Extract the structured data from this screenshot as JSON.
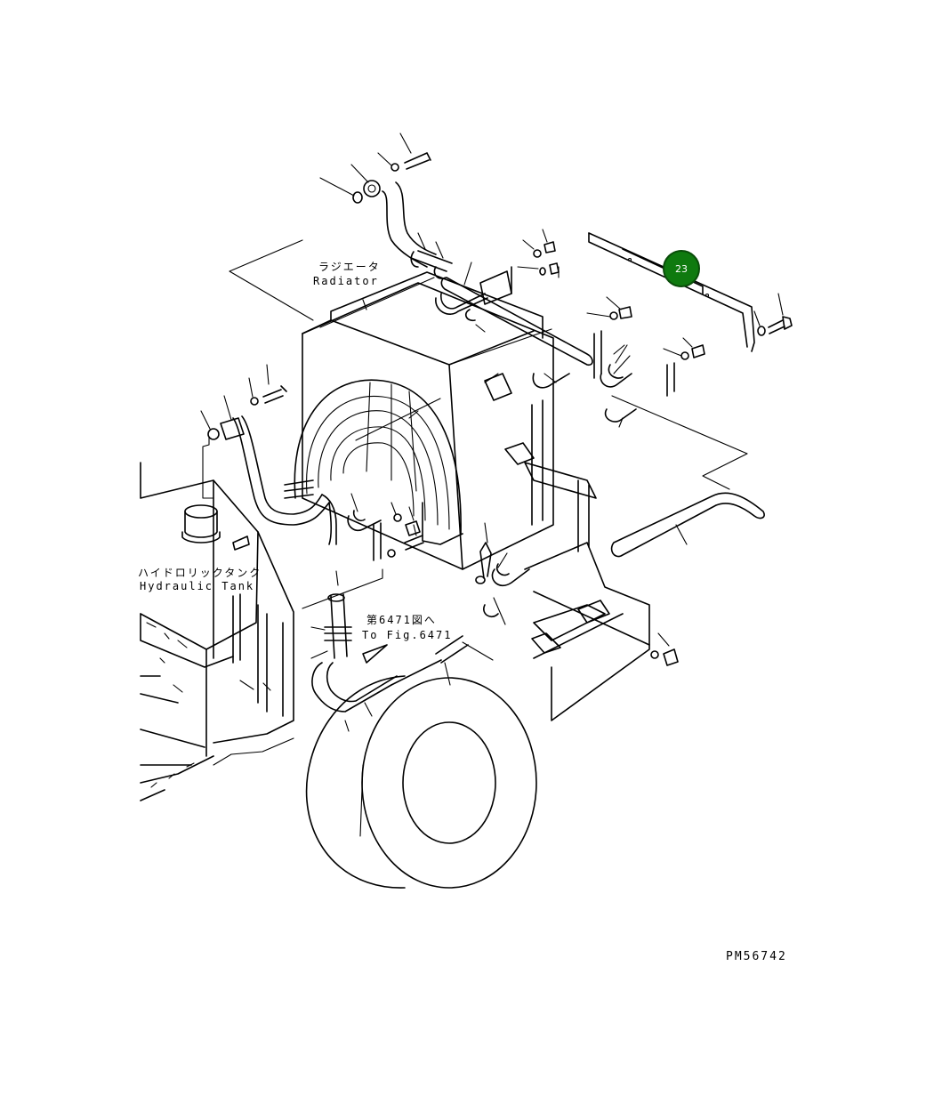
{
  "labels": {
    "radiator_jp": "ラジエータ",
    "radiator_en": "Radiator",
    "tank_jp": "ハイドロリックタンク",
    "tank_en": "Hydraulic Tank",
    "ref_jp": "第6471図へ",
    "ref_en": "To Fig.6471",
    "drawing_no": "PM56742"
  },
  "callout": {
    "number": "23",
    "color": "#0f7a0f"
  }
}
